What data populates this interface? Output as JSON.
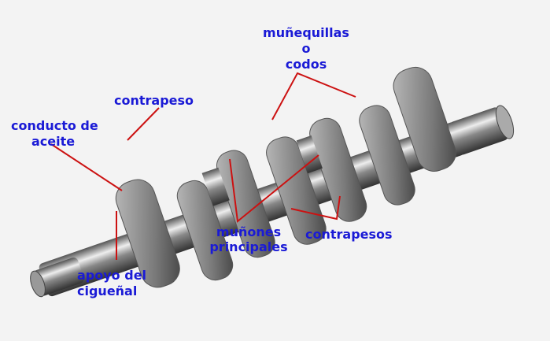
{
  "labels": {
    "contrapeso": "contrapeso",
    "conducto_1": "conducto de",
    "conducto_2": "aceite",
    "apoyo_1": "apoyo del",
    "apoyo_2": "cigueñal",
    "munequillas_1": "muñequillas",
    "munequillas_2": "o",
    "munequillas_3": "codos",
    "munones_1": "muñones",
    "munones_2": "principales",
    "contrapesos": "contrapesos"
  },
  "colors": {
    "label": "#1a1ad6",
    "leader": "#cc1111",
    "metal": "#8a8a8a"
  }
}
